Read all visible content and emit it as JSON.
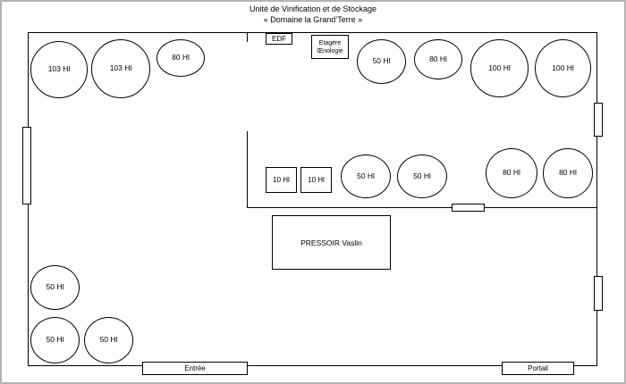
{
  "title": {
    "line1": "Unité de Vinification et de Stockage",
    "line2": "« Domaine la Grand’Terre »"
  },
  "top_left_tanks": [
    "103 Hl",
    "103 Hl",
    "80 Hl"
  ],
  "top_right_tanks": [
    "50 Hl",
    "80 Hl",
    "100 Hl",
    "100 Hl"
  ],
  "edf_label": "EDF",
  "etagere_label": {
    "line1": "Etagère",
    "line2": "Œnologie"
  },
  "small_tanks": [
    "10 Hl",
    "10 Hl"
  ],
  "middle_tanks": [
    "50 Hl",
    "50 Hl"
  ],
  "right_tanks": [
    "80 Hl",
    "80 Hl"
  ],
  "pressoir_label": "PRESSOIR Vaslin",
  "bottom_left_tanks": [
    "50 Hl",
    "50 Hl",
    "50 Hl"
  ],
  "entree_label": "Entrée",
  "portail_label": "Portail"
}
